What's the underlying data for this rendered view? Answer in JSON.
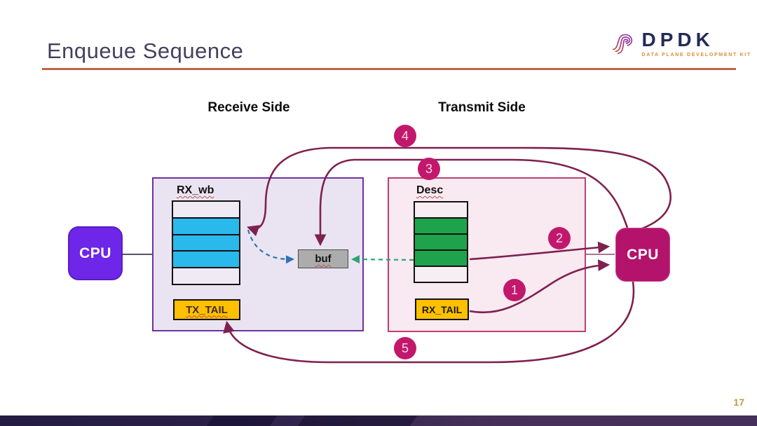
{
  "slide": {
    "title": "Enqueue Sequence",
    "page_number": "17"
  },
  "logo": {
    "wordmark": "DPDK",
    "tagline": "DATA PLANE DEVELOPMENT KIT"
  },
  "diagram": {
    "sections": {
      "receive": "Receive Side",
      "transmit": "Transmit Side"
    },
    "cpu_left_label": "CPU",
    "cpu_right_label": "CPU",
    "rx_wb": {
      "label": "RX_wb",
      "row_colors": [
        "#EFEAF4",
        "#29B9EC",
        "#29B9EC",
        "#29B9EC",
        "#EFEAF4"
      ]
    },
    "desc": {
      "label": "Desc",
      "row_colors": [
        "#F6EEF3",
        "#1FA24C",
        "#1FA24C",
        "#1FA24C",
        "#F6EEF3"
      ]
    },
    "tx_tail_label": "TX_TAIL",
    "rx_tail_label": "RX_TAIL",
    "buf_label": "buf",
    "steps": [
      "1",
      "2",
      "3",
      "4",
      "5"
    ],
    "colors": {
      "flow_line": "#7E2150",
      "step_badge": "#C2186C",
      "cpu_left_fill": "#6E26E8",
      "cpu_right_fill": "#B4136B",
      "tail_register_fill": "#FFC000",
      "buf_fill": "#ACACAC",
      "receive_box_fill": "#EAE4F2",
      "receive_box_border": "#7030A0",
      "transmit_box_fill": "#F9E9F1",
      "transmit_box_border": "#BB4173",
      "title_underline": "#C2644C",
      "blue_dash_arrow": "#2E74B5",
      "green_dash_arrow": "#2FA274",
      "page_number": "#BD9B4A"
    }
  }
}
